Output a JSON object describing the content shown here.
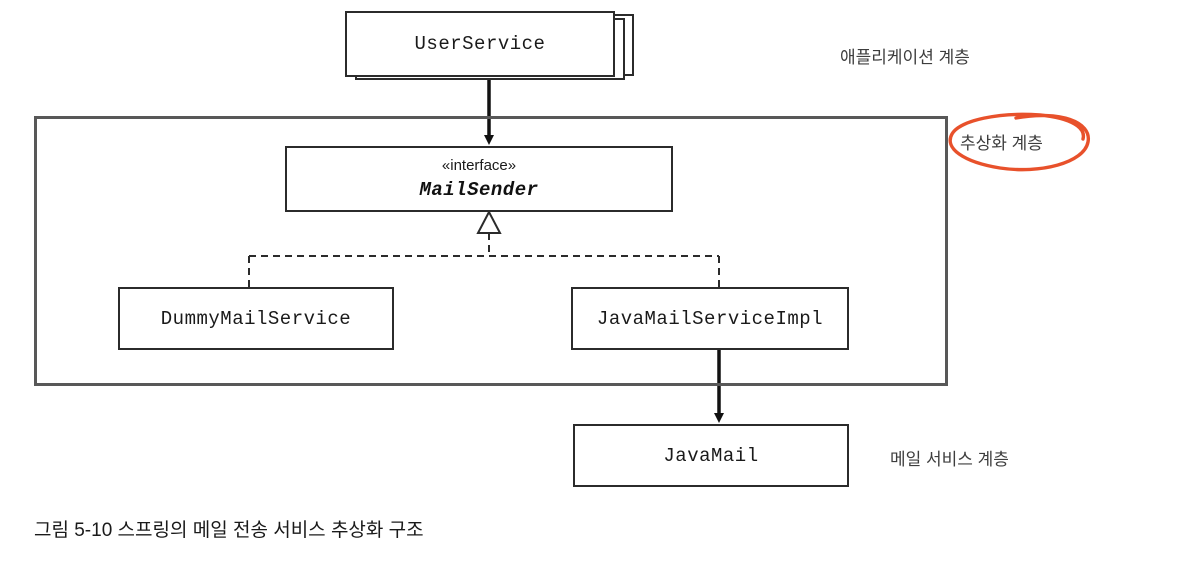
{
  "diagram": {
    "title_caption": "그림 5-10 스프링의 메일 전송 서비스 추상화 구조",
    "nodes": {
      "user_service": "UserService",
      "mail_sender_stereotype": "«interface»",
      "mail_sender_name": "MailSender",
      "dummy_mail_service": "DummyMailService",
      "java_mail_service_impl": "JavaMailServiceImpl",
      "java_mail": "JavaMail"
    },
    "layer_labels": {
      "application": "애플리케이션 계층",
      "abstraction": "추상화 계층",
      "mail_service": "메일 서비스 계층"
    },
    "colors": {
      "node_border": "#2b2b2b",
      "abstraction_border": "#585858",
      "annotation_circle": "#e8512b",
      "text": "#1a1a1a",
      "label_text": "#3d3d3d"
    }
  }
}
